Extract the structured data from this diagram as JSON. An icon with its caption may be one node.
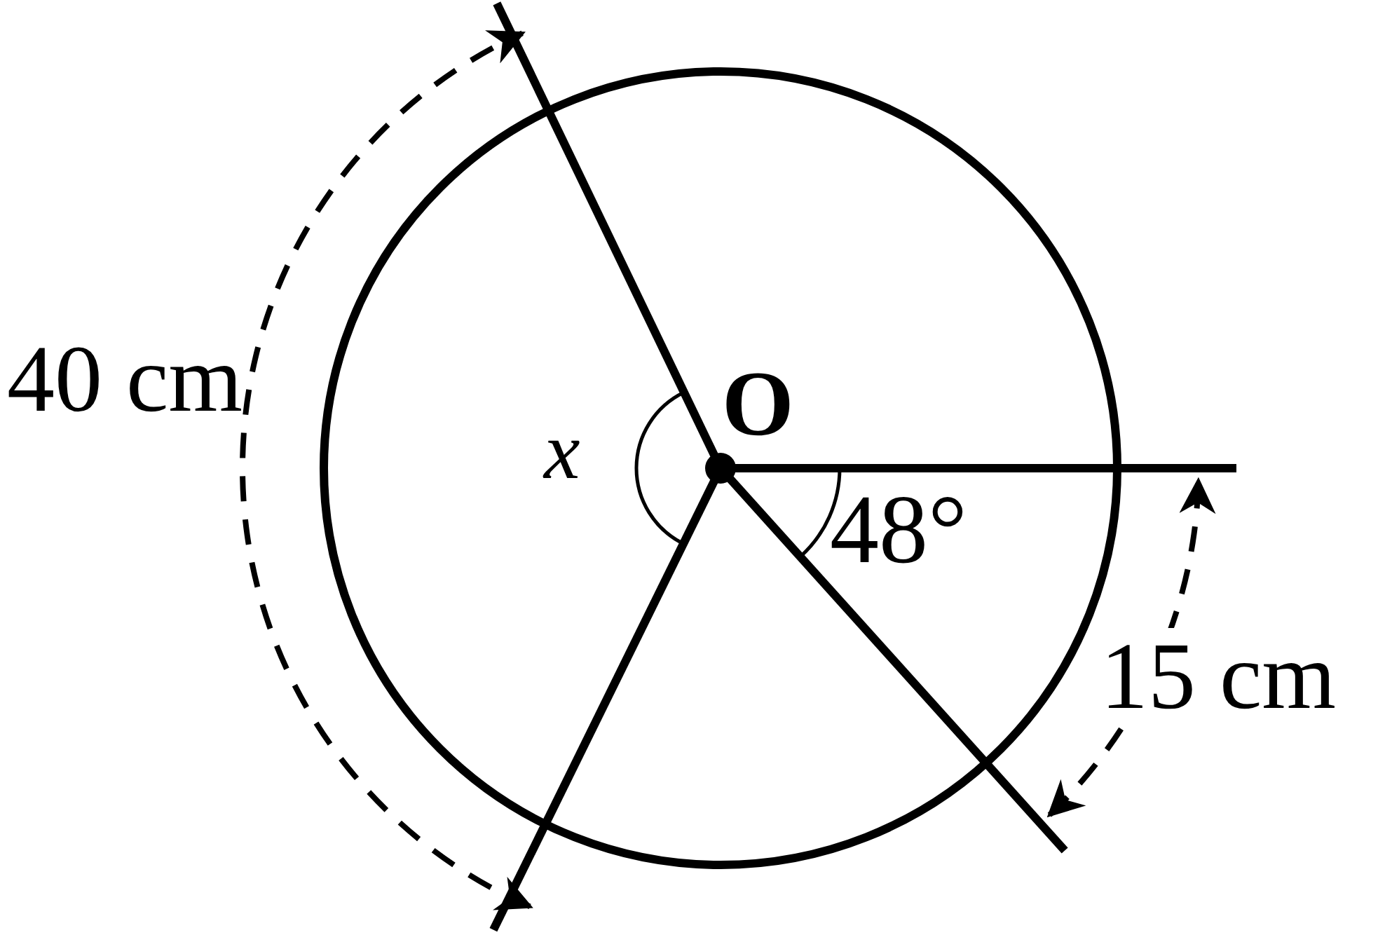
{
  "diagram": {
    "labels": [
      "40 cm",
      "O",
      "x",
      "48°",
      "15 cm"
    ]
  }
}
